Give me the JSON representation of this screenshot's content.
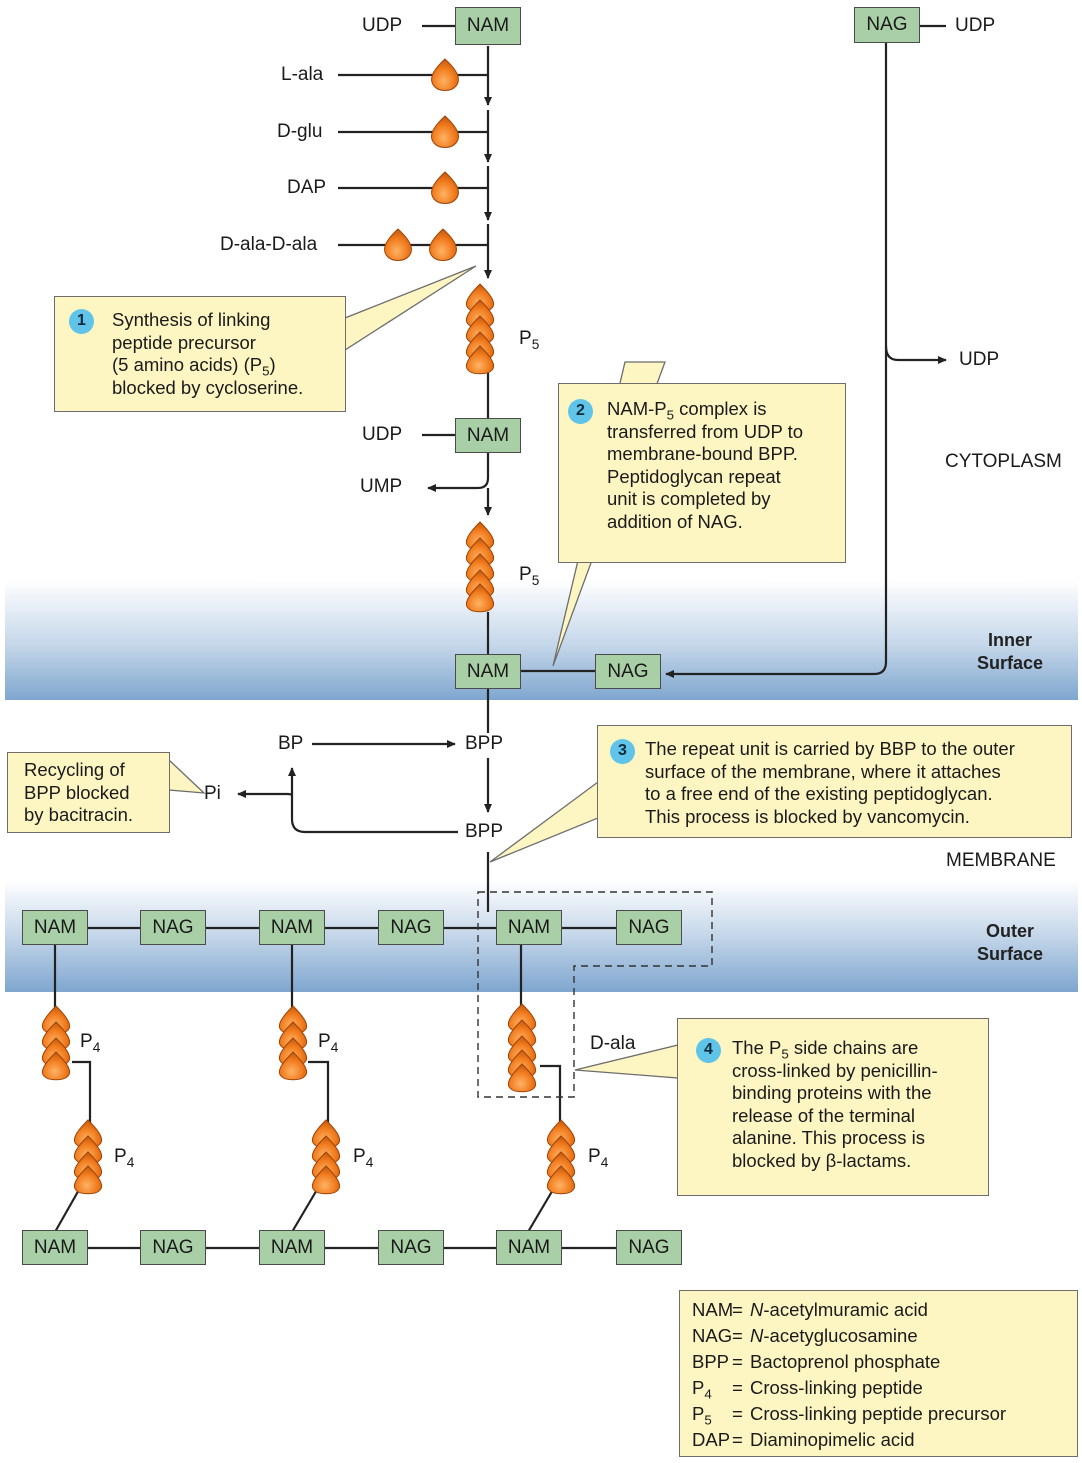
{
  "sugars": {
    "nam": "NAM",
    "nag": "NAG"
  },
  "labels": {
    "udp": "UDP",
    "ump": "UMP",
    "l_ala": "L-ala",
    "d_glu": "D-glu",
    "dap": "DAP",
    "d_ala_d_ala": "D-ala-D-ala",
    "p": "P",
    "p5_sub": "5",
    "p4_sub": "4",
    "bp": "BP",
    "bpp": "BPP",
    "pi": "Pi",
    "d_ala": "D-ala",
    "cytoplasm": "CYTOPLASM",
    "membrane": "MEMBRANE"
  },
  "zones": {
    "inner_1": "Inner",
    "inner_2": "Surface",
    "outer_1": "Outer",
    "outer_2": "Surface"
  },
  "callouts": {
    "c1": {
      "num": "1",
      "l1": "Synthesis of linking",
      "l2": "peptide precursor",
      "l3a": "(5 amino acids) (P",
      "l3sub": "5",
      "l3b": ")",
      "l4": "blocked by cycloserine."
    },
    "c2": {
      "num": "2",
      "l1a": "NAM-P",
      "l1sub": "5",
      "l1b": " complex is",
      "l2": "transferred from UDP to",
      "l3": "membrane-bound BPP.",
      "l4": "Peptidoglycan repeat",
      "l5": "unit is completed by",
      "l6": "addition of NAG."
    },
    "c3": {
      "num": "3",
      "l1": "The repeat unit is carried by BBP to the outer",
      "l2": "surface of the membrane, where it attaches",
      "l3": "to a free end of the existing peptidoglycan.",
      "l4": "This process is blocked by vancomycin."
    },
    "c4": {
      "num": "4",
      "l1a": "The P",
      "l1sub": "5",
      "l1b": " side chains are",
      "l2": "cross-linked by penicillin-",
      "l3": "binding proteins with the",
      "l4": "release of the terminal",
      "l5": "alanine. This process is",
      "l6": "blocked by β-lactams."
    },
    "recycle": {
      "l1": "Recycling of",
      "l2": "BPP blocked",
      "l3": "by bacitracin."
    }
  },
  "legend": [
    {
      "key": "NAM",
      "def_pre": "",
      "def_em": "N",
      "def_post": "-acetylmuramic acid"
    },
    {
      "key": "NAG",
      "def_pre": "",
      "def_em": "N",
      "def_post": "-acetyglucosamine"
    },
    {
      "key": "BPP",
      "def_pre": "Bactoprenol phosphate",
      "def_em": "",
      "def_post": ""
    },
    {
      "key": "P",
      "key_sub": "4",
      "def_pre": "Cross-linking peptide",
      "def_em": "",
      "def_post": ""
    },
    {
      "key": "P",
      "key_sub": "5",
      "def_pre": "Cross-linking peptide precursor",
      "def_em": "",
      "def_post": ""
    },
    {
      "key": "DAP",
      "def_pre": "Diaminopimelic acid",
      "def_em": "",
      "def_post": ""
    }
  ],
  "legend_eq": "=",
  "colors": {
    "sugar_fill": "#a9cfa6",
    "amino_acid": "#f07a1c",
    "callout_fill": "#fdf6c3",
    "membrane_band": "#7ea6cf",
    "step_circle": "#5fc3ea"
  }
}
